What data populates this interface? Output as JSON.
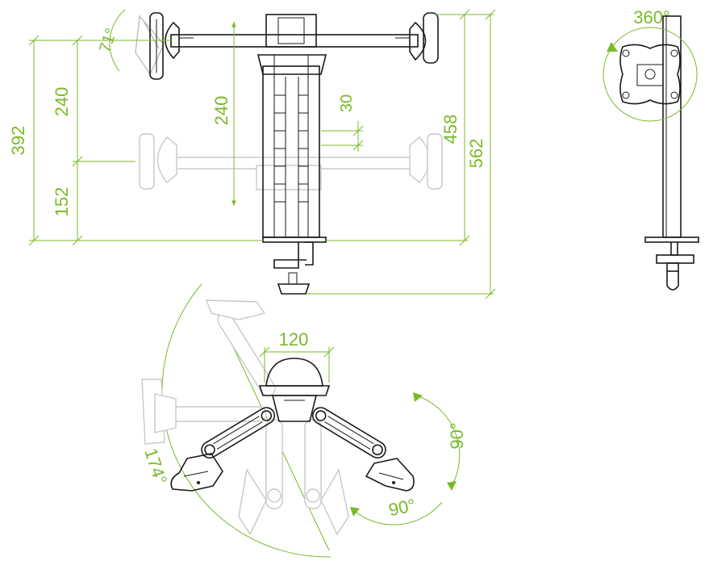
{
  "front_view": {
    "tilt_angle": "71°",
    "dim_upper": "240",
    "dim_lower": "152",
    "dim_total": "392",
    "dim_travel": "240",
    "dim_step": "30",
    "dim_pole": "458",
    "dim_overall": "562"
  },
  "side_view": {
    "rotation": "360°"
  },
  "top_view": {
    "dim_width": "120",
    "swing_angle": "174°",
    "arm_angle_right": "90°",
    "arm_angle_bottom": "90°"
  },
  "colors": {
    "dimension": "#7ab929",
    "outline": "#1a1a1a",
    "ghost": "#c0c0c0"
  }
}
